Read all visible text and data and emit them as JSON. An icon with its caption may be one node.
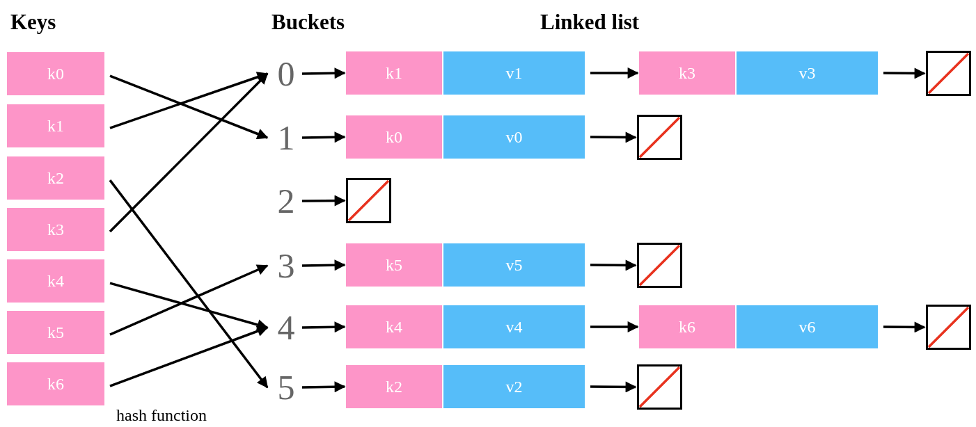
{
  "diagram": {
    "nodes": [
      {
        "text": [
          "k0"
        ]
      },
      {
        "text": [
          "k1"
        ]
      },
      {
        "text": [
          "k2"
        ]
      },
      {
        "text": [
          "k3"
        ]
      },
      {
        "text": [
          "k4"
        ]
      },
      {
        "text": [
          "k5"
        ]
      },
      {
        "text": [
          "k6"
        ]
      },
      {
        "text": [
          "0"
        ]
      },
      {
        "text": [
          "1"
        ]
      },
      {
        "text": [
          "2"
        ]
      },
      {
        "text": [
          "3"
        ]
      },
      {
        "text": [
          "4"
        ]
      },
      {
        "text": [
          "5"
        ]
      },
      {
        "text": [
          "k1",
          "v1"
        ]
      },
      {
        "text": [
          "k3",
          "v3"
        ]
      },
      {
        "text": [],
        "shape": "box"
      },
      {
        "text": [
          "k0",
          "v0"
        ]
      },
      {
        "text": [],
        "shape": "box"
      },
      {
        "text": [],
        "shape": "box"
      },
      {
        "text": [
          "k5",
          "v5"
        ]
      },
      {
        "text": [],
        "shape": "box"
      },
      {
        "text": [
          "k4",
          "v4"
        ]
      },
      {
        "text": [
          "k6",
          "v6"
        ]
      },
      {
        "text": [],
        "shape": "box"
      },
      {
        "text": [
          "k2",
          "v2"
        ]
      },
      {
        "text": [],
        "shape": "box"
      }
    ],
    "edges": [
      {
        "from": 0,
        "to": 8,
        "arrow": "to"
      },
      {
        "from": 1,
        "to": 7,
        "arrow": "to"
      },
      {
        "from": 2,
        "to": 12,
        "arrow": "to"
      },
      {
        "from": 3,
        "to": 7,
        "arrow": "to"
      },
      {
        "from": 4,
        "to": 11,
        "arrow": "to"
      },
      {
        "from": 5,
        "to": 10,
        "arrow": "to"
      },
      {
        "from": 6,
        "to": 11,
        "arrow": "to"
      },
      {
        "from": 7,
        "to": 13,
        "arrow": "to"
      },
      {
        "from": 13,
        "to": 14,
        "arrow": "to"
      },
      {
        "from": 14,
        "to": 15,
        "arrow": "to"
      },
      {
        "from": 8,
        "to": 16,
        "arrow": "to"
      },
      {
        "from": 16,
        "to": 17,
        "arrow": "to"
      },
      {
        "from": 9,
        "to": 18,
        "arrow": "to"
      },
      {
        "from": 10,
        "to": 19,
        "arrow": "to"
      },
      {
        "from": 19,
        "to": 20,
        "arrow": "to"
      },
      {
        "from": 11,
        "to": 21,
        "arrow": "to"
      },
      {
        "from": 21,
        "to": 22,
        "arrow": "to"
      },
      {
        "from": 22,
        "to": 23,
        "arrow": "to"
      },
      {
        "from": 12,
        "to": 24,
        "arrow": "to"
      },
      {
        "from": 24,
        "to": 25,
        "arrow": "to"
      }
    ],
    "labels": [
      "Keys",
      "Buckets",
      "Linked list",
      "hash function"
    ]
  }
}
